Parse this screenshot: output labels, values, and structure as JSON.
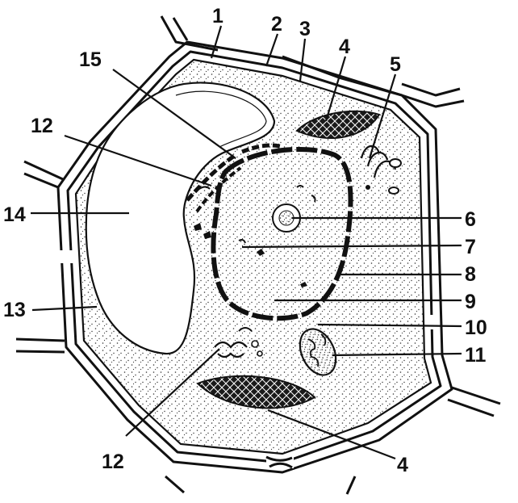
{
  "labels": {
    "l1": "1",
    "l2": "2",
    "l3": "3",
    "l4_top": "4",
    "l5": "5",
    "l15": "15",
    "l12_top": "12",
    "l14": "14",
    "l6": "6",
    "l7": "7",
    "l8": "8",
    "l13": "13",
    "l9": "9",
    "l10": "10",
    "l11": "11",
    "l12_bottom": "12",
    "l4_bottom": "4"
  },
  "colors": {
    "ink": "#111111",
    "background": "#ffffff",
    "dots": "#333333"
  },
  "style": "black-and-white line drawing of a plant cell with stippled cytoplasm"
}
